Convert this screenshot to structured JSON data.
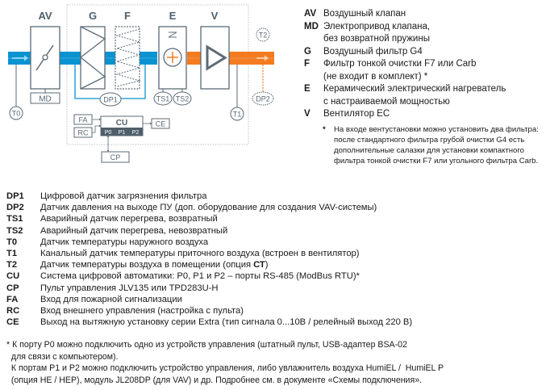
{
  "colors": {
    "intake_air": "#0a93d1",
    "supply_air": "#f47b20",
    "outline": "#5b6b77",
    "controller_fill": "#4f5f6b"
  },
  "diagram": {
    "labels": {
      "av": "AV",
      "g": "G",
      "f": "F",
      "e": "E",
      "v": "V",
      "md": "MD",
      "dp1": "DP1",
      "dp2": "DP2",
      "ts1": "TS1",
      "ts2": "TS2",
      "t0": "T0",
      "t1": "T1",
      "t2": "T2",
      "cu": "CU",
      "p0": "P0",
      "p1": "P1",
      "p2": "P2",
      "fa": "FA",
      "rc": "RC",
      "ce": "CE",
      "cp": "CP"
    }
  },
  "legend_right": [
    {
      "code": "AV",
      "desc": "Воздушный клапан"
    },
    {
      "code": "MD",
      "desc": "Электропривод клапана,\nбез возвратной пружины"
    },
    {
      "code": "G",
      "desc": "Воздушный фильтр G4"
    },
    {
      "code": "F",
      "desc": "Фильтр тонкой очистки F7 или Carb\n(не входит в комплект) *"
    },
    {
      "code": "E",
      "desc": "Керамический электрический нагреватель\nс настраиваемой мощностью"
    },
    {
      "code": "V",
      "desc": "Вентилятор ЕС"
    }
  ],
  "note_right": {
    "star": "*",
    "text": "На входе вентустановки можно установить два фильтра: после стандартного фильтра грубой очистки G4 есть дополнительные салазки для установки компактного фильтра тонкой очистки F7 или угольного фильтра Carb."
  },
  "legend_bottom": [
    {
      "code": "DP1",
      "desc": "Цифровой датчик загрязнения фильтра"
    },
    {
      "code": "DP2",
      "desc": "Датчик давления на выходе ПУ (доп. оборудование для создания VAV-системы)"
    },
    {
      "code": "TS1",
      "desc": "Аварийный датчик перегрева, возвратный"
    },
    {
      "code": "TS2",
      "desc": "Аварийный датчик перегрева, невозвратный"
    },
    {
      "code": "T0",
      "desc": "Датчик температуры наружного воздуха"
    },
    {
      "code": "T1",
      "desc": "Канальный датчик температуры приточного воздуха (встроен в вентилятор)"
    },
    {
      "code": "T2",
      "desc": "Датчик температуры воздуха в помещении (опция ",
      "desc_bold": "СТ",
      "desc_after": ")"
    },
    {
      "code": "CU",
      "desc": "Система цифровой автоматики: P0, P1 и P2 – порты RS-485 (ModBus RTU)*"
    },
    {
      "code": "CP",
      "desc": "Пульт управления JLV135 или TPD283U-H"
    },
    {
      "code": "FA",
      "desc": "Вход для пожарной сигнализации"
    },
    {
      "code": "RC",
      "desc": "Вход внешнего управления (настройка с пульта)"
    },
    {
      "code": "CE",
      "desc": "Выход на вытяжную установку серии Extra (тип сигнала 0...10В / релейный выход 220 В)"
    }
  ],
  "footnote": [
    "* К порту P0 можно подключить одно из устройств управления (штатный пульт, USB-адаптер BSA-02",
    "  для связи с компьютером).",
    "  К портам P1 и P2 можно подключить устройство управления, либо увлажнитель воздуха HumiEL /  HumiEL P",
    "  (опция HE / HEP), модуль JL208DP (для VAV) и др. Подробнее см. в документе «Схемы подключения»."
  ]
}
